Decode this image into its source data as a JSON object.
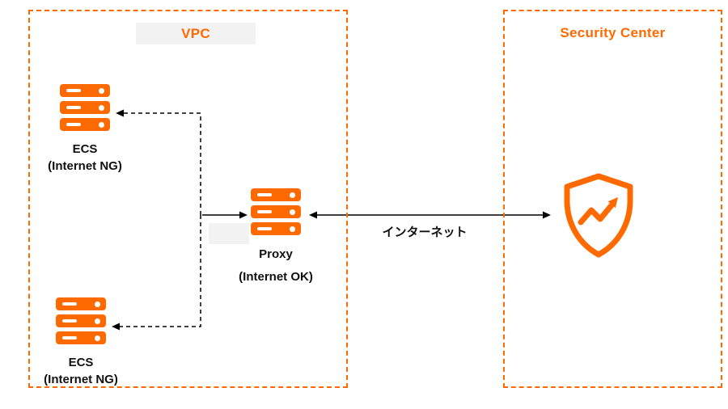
{
  "diagram": {
    "vpc": {
      "title": "VPC"
    },
    "security_center": {
      "title": "Security Center"
    },
    "nodes": {
      "ecs_top": {
        "label": "ECS",
        "sublabel": "(Internet NG)"
      },
      "ecs_bottom": {
        "label": "ECS",
        "sublabel": "(Internet NG)"
      },
      "proxy": {
        "label": "Proxy",
        "sublabel": "(Internet OK)"
      }
    },
    "labels": {
      "internet": "インターネット"
    },
    "icons": {
      "ecs_top": "server-icon",
      "ecs_bottom": "server-icon",
      "proxy": "server-icon",
      "security_center": "shield-trend-icon"
    },
    "colors": {
      "accent": "#FF6A00",
      "line": "#000000",
      "highlight": "#F2F2F2",
      "background": "#FFFFFF"
    }
  }
}
